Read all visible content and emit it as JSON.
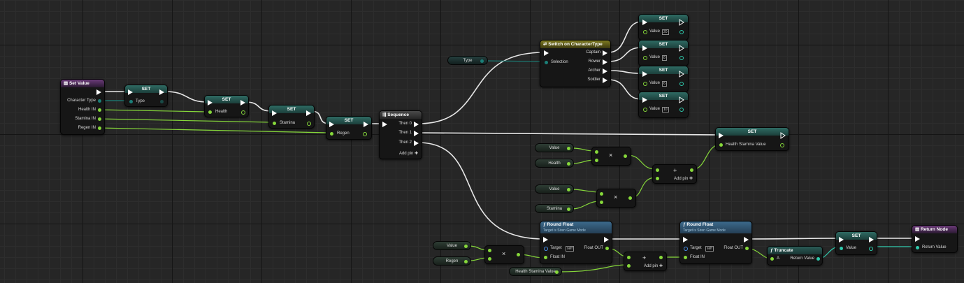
{
  "colors": {
    "exec": "#ffffff",
    "float": "#86d83a",
    "enum": "#1b7f78",
    "struct_cyan": "#2fc9ac",
    "object": "#4a8ee8"
  },
  "set_value": {
    "title": "Set Value",
    "pins": [
      "Character Type",
      "Health IN",
      "Stamina IN",
      "Regen IN"
    ]
  },
  "set_type": {
    "title": "SET",
    "pin": "Type"
  },
  "set_health": {
    "title": "SET",
    "pin": "Health"
  },
  "set_stamina": {
    "title": "SET",
    "pin": "Stamina"
  },
  "set_regen": {
    "title": "SET",
    "pin": "Regen"
  },
  "sequence": {
    "title": "Sequence",
    "pins": [
      "Then 0",
      "Then 1",
      "Then 2"
    ],
    "add_pin": "Add pin"
  },
  "type_var": {
    "label": "Type"
  },
  "switch": {
    "title": "Switch on CharacterType",
    "selection": "Selection",
    "outputs": [
      "Captain",
      "Rower",
      "Archer",
      "Soldier"
    ]
  },
  "set_values": [
    {
      "title": "SET",
      "label": "Value",
      "value": "20"
    },
    {
      "title": "SET",
      "label": "Value",
      "value": "8"
    },
    {
      "title": "SET",
      "label": "Value",
      "value": "6"
    },
    {
      "title": "SET",
      "label": "Value",
      "value": "10"
    }
  ],
  "set_hsv": {
    "title": "SET",
    "pin": "Health Stamina Value"
  },
  "math_top": {
    "value1": "Value",
    "health": "Health",
    "value2": "Value",
    "stamina": "Stamina",
    "mul": "×",
    "add": "+",
    "add_pin": "Add pin"
  },
  "round1": {
    "title": "Round Float",
    "subtitle": "Target is Siren Game Mode",
    "target": "Target",
    "self": "self",
    "float_in": "Float IN",
    "float_out": "Float OUT"
  },
  "round2": {
    "title": "Round Float",
    "subtitle": "Target is Siren Game Mode",
    "target": "Target",
    "self": "self",
    "float_in": "Float IN",
    "float_out": "Float OUT"
  },
  "math_bottom": {
    "value": "Value",
    "regen": "Regen",
    "mul": "×",
    "add": "+",
    "add_pin": "Add pin",
    "hsv": "Health Stamina Value"
  },
  "truncate": {
    "title": "Truncate",
    "a": "A",
    "ret": "Return Value"
  },
  "set_final": {
    "title": "SET",
    "pin": "Value"
  },
  "return_node": {
    "title": "Return Node",
    "pin": "Return Value"
  }
}
